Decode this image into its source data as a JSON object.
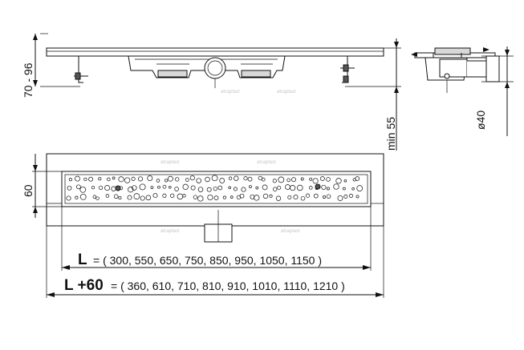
{
  "dimensions": {
    "height_range": "70 - 96",
    "min_depth": "min 55",
    "outlet_diameter": "ø40",
    "grate_width": "60",
    "length_symbol": "L",
    "length_values": "= ( 300, 550, 650, 750, 850, 950, 1050, 1150 )",
    "total_symbol": "L +60",
    "total_values": "= ( 360, 610, 710, 810, 910, 1010, 1110, 1210 )"
  },
  "colors": {
    "line": "#111111",
    "background": "#ffffff",
    "fill_gray": "#d8d8d8"
  }
}
